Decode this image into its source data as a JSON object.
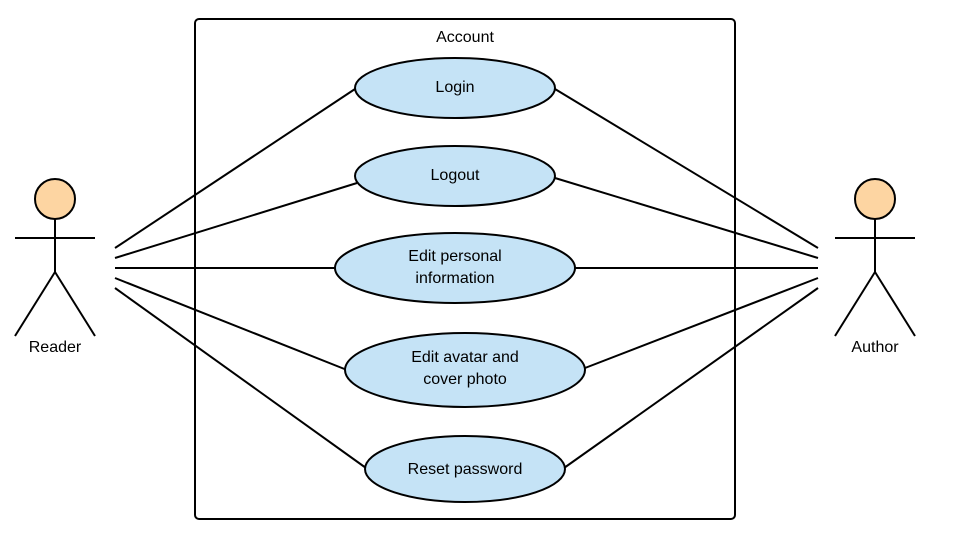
{
  "system": {
    "name": "Account"
  },
  "actors": {
    "reader": {
      "name": "Reader"
    },
    "author": {
      "name": "Author"
    }
  },
  "use_cases": [
    {
      "id": "login",
      "lines": [
        "Login"
      ]
    },
    {
      "id": "logout",
      "lines": [
        "Logout"
      ]
    },
    {
      "id": "edit-personal-information",
      "lines": [
        "Edit personal",
        "information"
      ]
    },
    {
      "id": "edit-avatar-and-cover-photo",
      "lines": [
        "Edit avatar and",
        "cover photo"
      ]
    },
    {
      "id": "reset-password",
      "lines": [
        "Reset password"
      ]
    }
  ],
  "colors": {
    "use_case_fill": "#c5e3f6",
    "actor_head_fill": "#fdd5a2",
    "stroke": "#000000"
  }
}
